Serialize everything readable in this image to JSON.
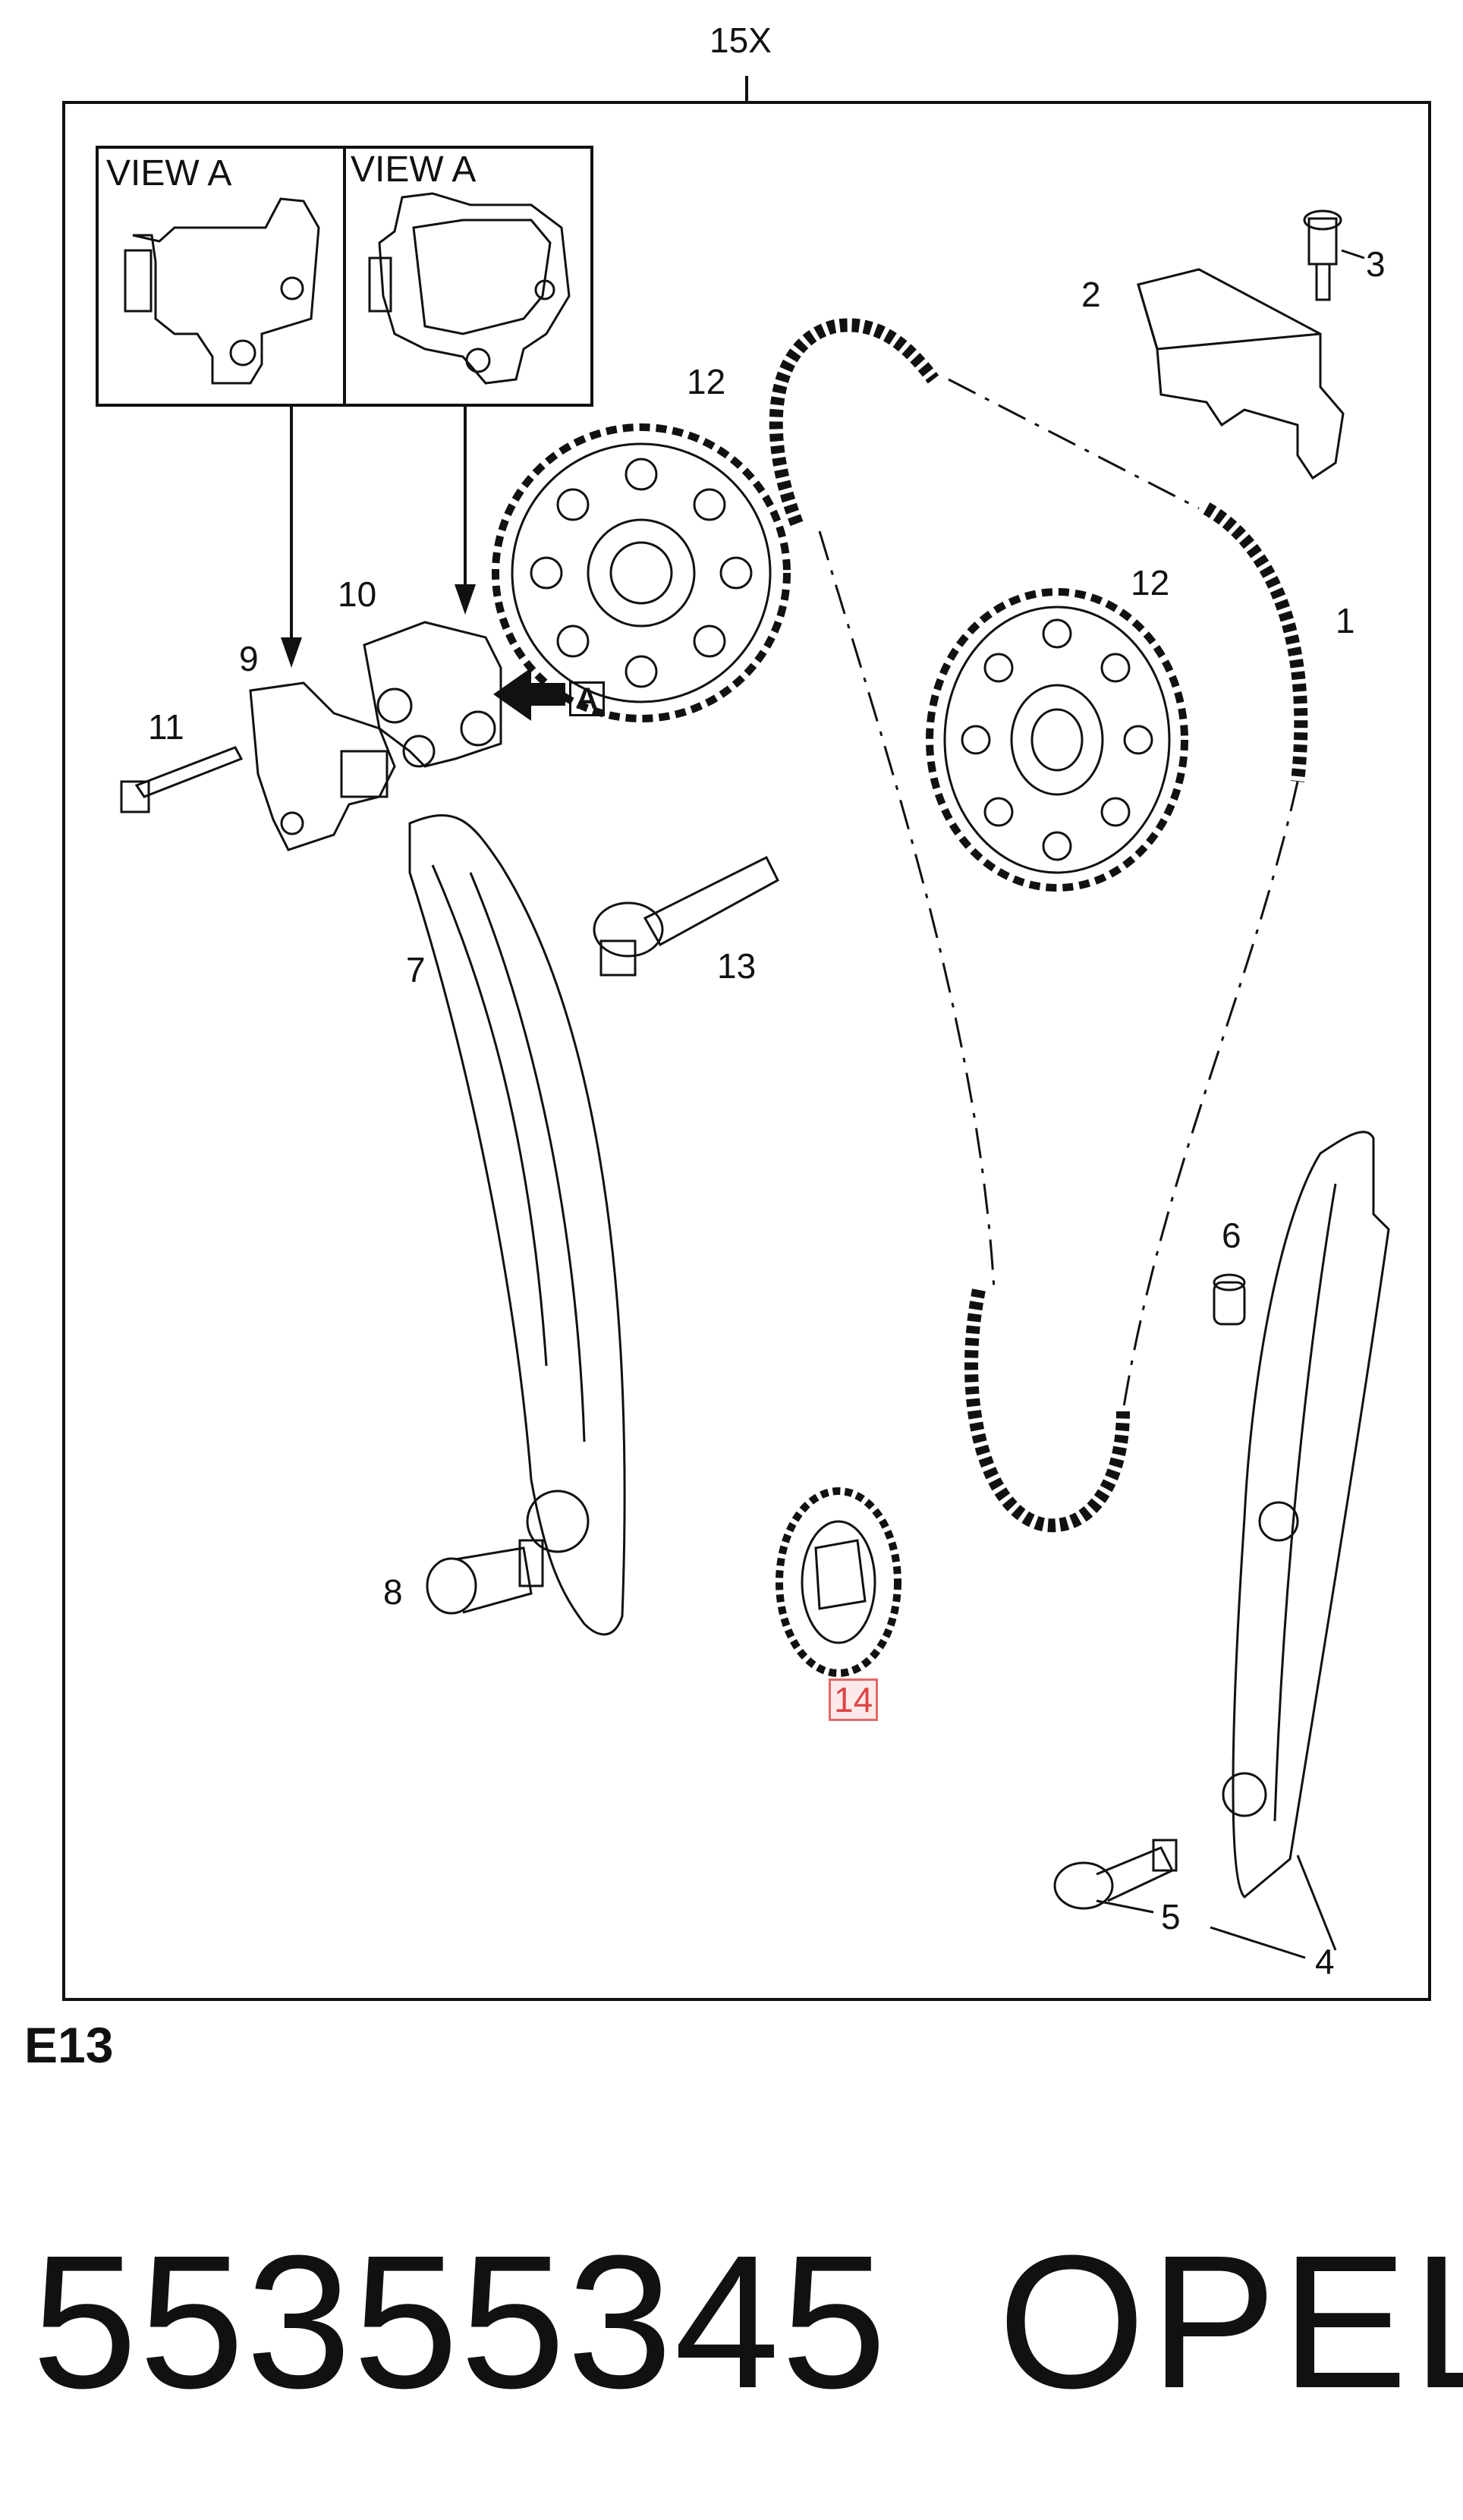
{
  "assembly": {
    "quantity_label": "15X",
    "section_code": "E13"
  },
  "views": {
    "left_title": "VIEW A",
    "right_title": "VIEW A",
    "view_marker": "A"
  },
  "callouts": {
    "chain": "1",
    "chain_guide": "2",
    "guide_bolt_top": "3",
    "tensioner_rail": "4",
    "rail_bolt": "5",
    "pivot_plug": "6",
    "fixed_guide": "7",
    "guide_pin": "8",
    "tensioner_body": "9",
    "tensioner_housing": "10",
    "tensioner_bolt": "11",
    "sprocket_upper_label": "12",
    "sprocket_lower_label": "12",
    "camshaft_bolt": "13",
    "crank_sprocket": "14"
  },
  "footer": {
    "part_number": "55355345",
    "brand": "OPEL"
  },
  "colors": {
    "ink": "#111111",
    "highlight_border": "#e06a6a",
    "highlight_fill": "#fde9e9",
    "highlight_text": "#dd4444"
  }
}
